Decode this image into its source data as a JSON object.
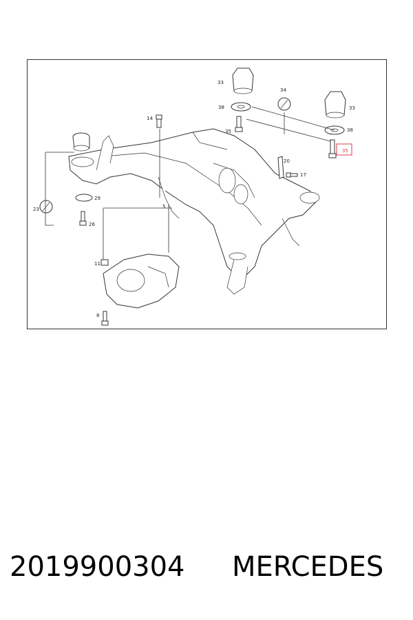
{
  "diagram": {
    "callouts": {
      "c33a": "33",
      "c33b": "33",
      "c34": "34",
      "c38a": "38",
      "c38b": "38",
      "c35a": "35",
      "c35b": "35",
      "c14": "14",
      "c20": "20",
      "c17": "17",
      "c23": "23",
      "c29": "29",
      "c26": "26",
      "c5": "5",
      "c11": "11",
      "c8": "8"
    },
    "highlight_color": "#e05a6a"
  },
  "caption": {
    "part_number": "2019900304",
    "brand": "MERCEDES"
  }
}
